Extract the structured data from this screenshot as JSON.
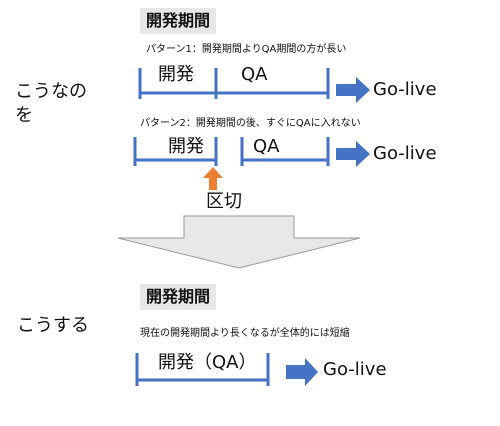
{
  "top": {
    "heading": "開発期間",
    "side_label": "こうなの\nを",
    "pattern1": {
      "caption": "パターン1：開発期間よりQA期間の方が長い",
      "dev_label": "開発",
      "qa_label": "QA",
      "golive": "Go-live"
    },
    "pattern2": {
      "caption": "パターン2：開発期間の後、すぐにQAに入れない",
      "dev_label": "開発",
      "qa_label": "QA",
      "golive": "Go-live"
    },
    "cut_label": "区切"
  },
  "bottom": {
    "heading": "開発期間",
    "side_label": "こうする",
    "caption": "現在の開発期間より長くなるが全体的には短縮",
    "dev_label": "開発（QA）",
    "golive": "Go-live"
  },
  "colors": {
    "timeline_blue": "#4472c4",
    "cut_arrow_orange": "#ed7d31",
    "down_arrow_fill": "#e8e8e8",
    "heading_bg": "#e7e7e7"
  }
}
